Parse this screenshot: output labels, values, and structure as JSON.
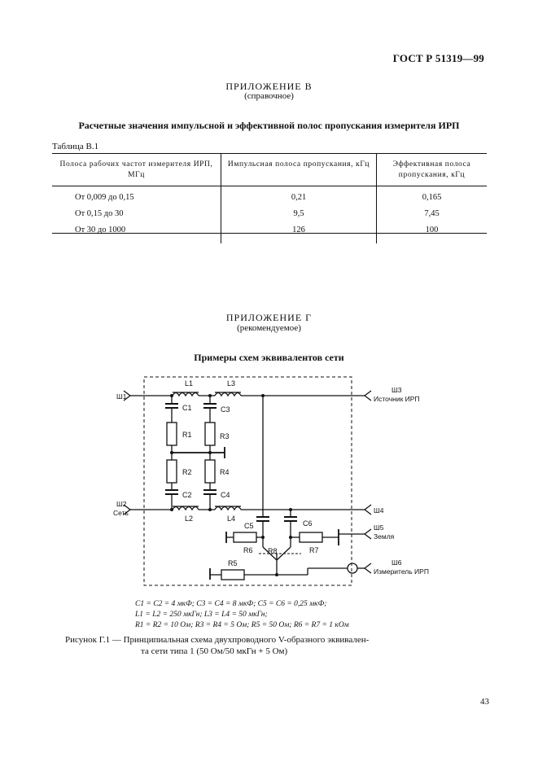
{
  "header": {
    "doc_code": "ГОСТ Р 51319—99"
  },
  "appendix_b": {
    "title": "ПРИЛОЖЕНИЕ В",
    "subtitle": "(справочное)",
    "heading": "Расчетные значения импульсной и эффективной полос пропускания измерителя ИРП",
    "table_label": "Таблица В.1",
    "columns": [
      "Полоса рабочих частот измерителя ИРП, МГц",
      "Импульсная полоса пропускания, кГц",
      "Эффективная полоса пропускания, кГц"
    ],
    "rows": [
      [
        "От 0,009 до 0,15",
        "0,21",
        "0,165"
      ],
      [
        "От 0,15 до 30",
        "9,5",
        "7,45"
      ],
      [
        "От 30 до 1000",
        "126",
        "100"
      ]
    ]
  },
  "appendix_g": {
    "title": "ПРИЛОЖЕНИЕ Г",
    "subtitle": "(рекомендуемое)",
    "heading": "Примеры схем эквивалентов сети"
  },
  "schematic": {
    "labels": {
      "L1": "L1",
      "L2": "L2",
      "L3": "L3",
      "L4": "L4",
      "C1": "C1",
      "C2": "C2",
      "C3": "C3",
      "C4": "C4",
      "C5": "C5",
      "C6": "C6",
      "R1": "R1",
      "R2": "R2",
      "R3": "R3",
      "R4": "R4",
      "R5": "R5",
      "R6": "R6",
      "R7": "R7",
      "R8": "R8"
    },
    "ports": {
      "sh1": "Ш1",
      "sh2": "Ш2",
      "sh2_name": "Сеть",
      "sh3": "Ш3",
      "sh3_name": "Источник ИРП",
      "sh4": "Ш4",
      "sh5": "Ш5",
      "sh5_name": "Земля",
      "sh6": "Ш6",
      "sh6_name": "Измеритель ИРП"
    }
  },
  "component_values": [
    "C1 = C2 = 4 мкФ;  C3 = C4 = 8 мкФ;  C5 = C6 = 0,25 мкФ;",
    "L1 = L2 = 250 мкГн;  L3 = L4 = 50 мкГн;",
    "R1 = R2 = 10 Ом;  R3 = R4 = 5 Ом;  R5 = 50 Ом;  R6 = R7 = 1 кОм"
  ],
  "figure_caption": {
    "line1": "Рисунок Г.1 — Принципиальная схема двухпроводного V-образного эквивален-",
    "line2": "та сети типа 1 (50 Ом/50 мкГн + 5 Ом)"
  },
  "page_number": "43"
}
